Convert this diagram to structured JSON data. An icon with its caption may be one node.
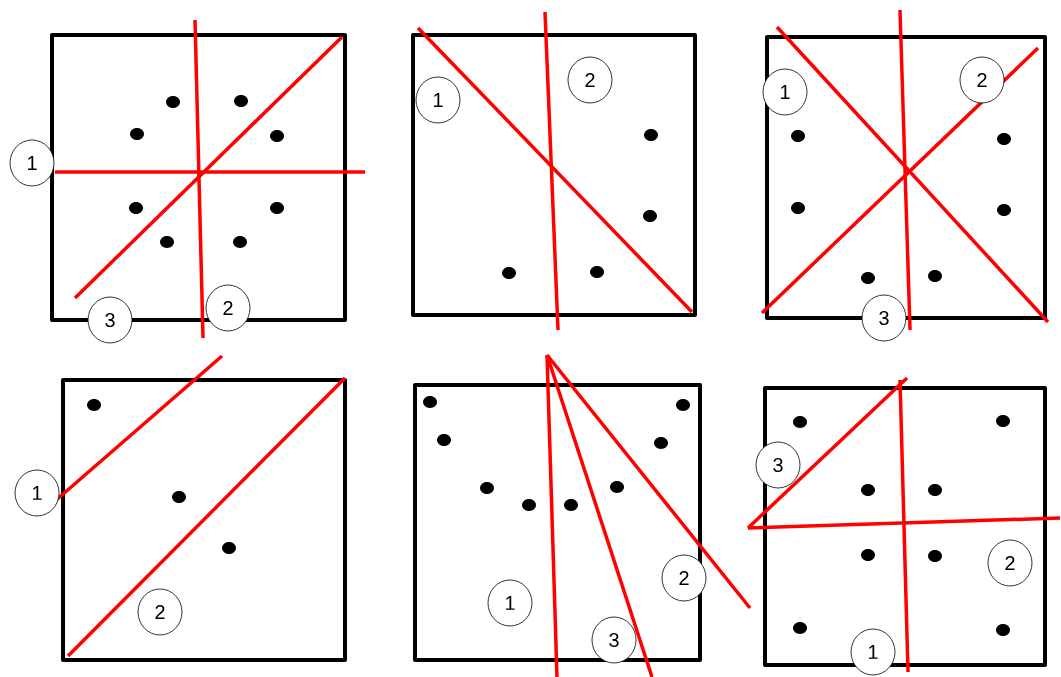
{
  "diagram": {
    "nodes": [
      {
        "text": [
          "1"
        ]
      },
      {
        "text": [
          "3"
        ]
      },
      {
        "text": [
          "2"
        ]
      },
      {
        "text": [
          "1"
        ]
      },
      {
        "text": [
          "2"
        ]
      },
      {
        "text": [
          "1"
        ]
      },
      {
        "text": [
          "2"
        ]
      },
      {
        "text": [
          "3"
        ]
      },
      {
        "text": [
          "1"
        ]
      },
      {
        "text": [
          "2"
        ]
      },
      {
        "text": [
          "1"
        ]
      },
      {
        "text": [
          "3"
        ]
      },
      {
        "text": [
          "2"
        ]
      },
      {
        "text": [
          "3"
        ]
      },
      {
        "text": [
          "2"
        ]
      },
      {
        "text": [
          "1"
        ]
      }
    ]
  }
}
